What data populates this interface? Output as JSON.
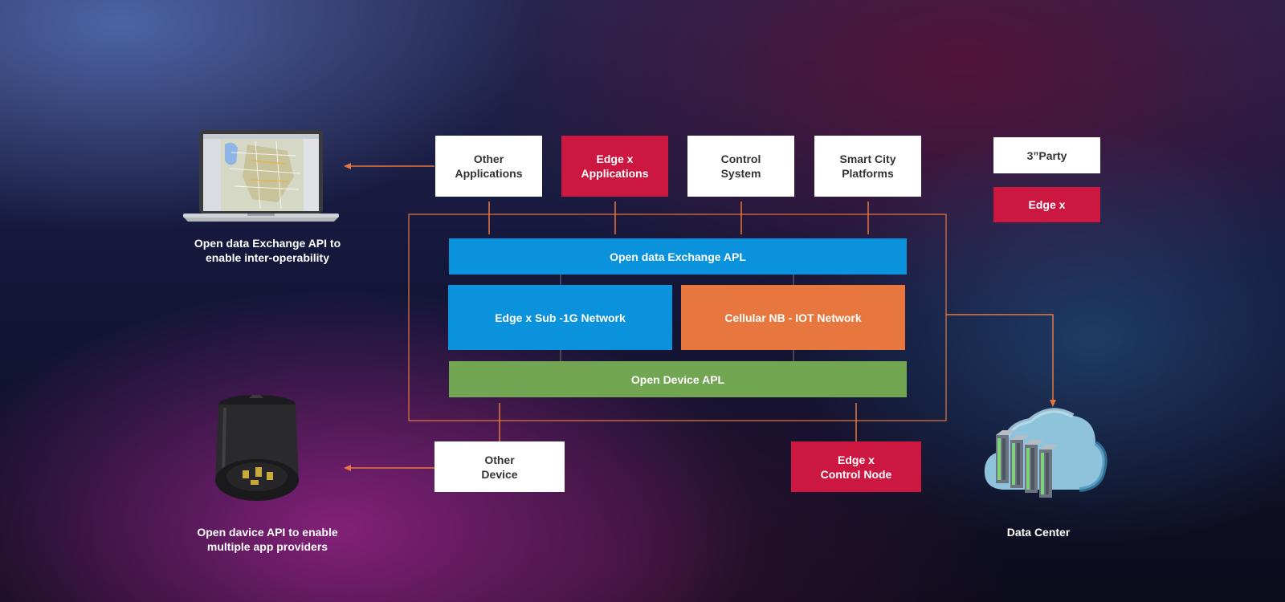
{
  "top_apps": [
    {
      "label": "Other\nApplications",
      "style": "white"
    },
    {
      "label": "Edge x\nApplications",
      "style": "red"
    },
    {
      "label": "Control\nSystem",
      "style": "white"
    },
    {
      "label": "Smart City\nPlatforms",
      "style": "white"
    }
  ],
  "legend": {
    "third_party": "3”Party",
    "edge_x": "Edge x"
  },
  "core": {
    "exchange_api": "Open data Exchange APL",
    "sub1g_network": "Edge x Sub -1G Network",
    "cellular_network": "Cellular NB - IOT Network",
    "device_api": "Open Device APL"
  },
  "bottom_nodes": {
    "other_device": "Other\nDevice",
    "control_node": "Edge x\nControl Node"
  },
  "captions": {
    "laptop": "Open data Exchange API to\nenable inter-operability",
    "device": "Open davice API to enable\nmultiple app providers",
    "data_center": "Data Center"
  },
  "colors": {
    "accent_orange": "#e7773e",
    "edge_red": "#cc1741",
    "network_blue": "#0a93dc",
    "device_green": "#72a653"
  }
}
